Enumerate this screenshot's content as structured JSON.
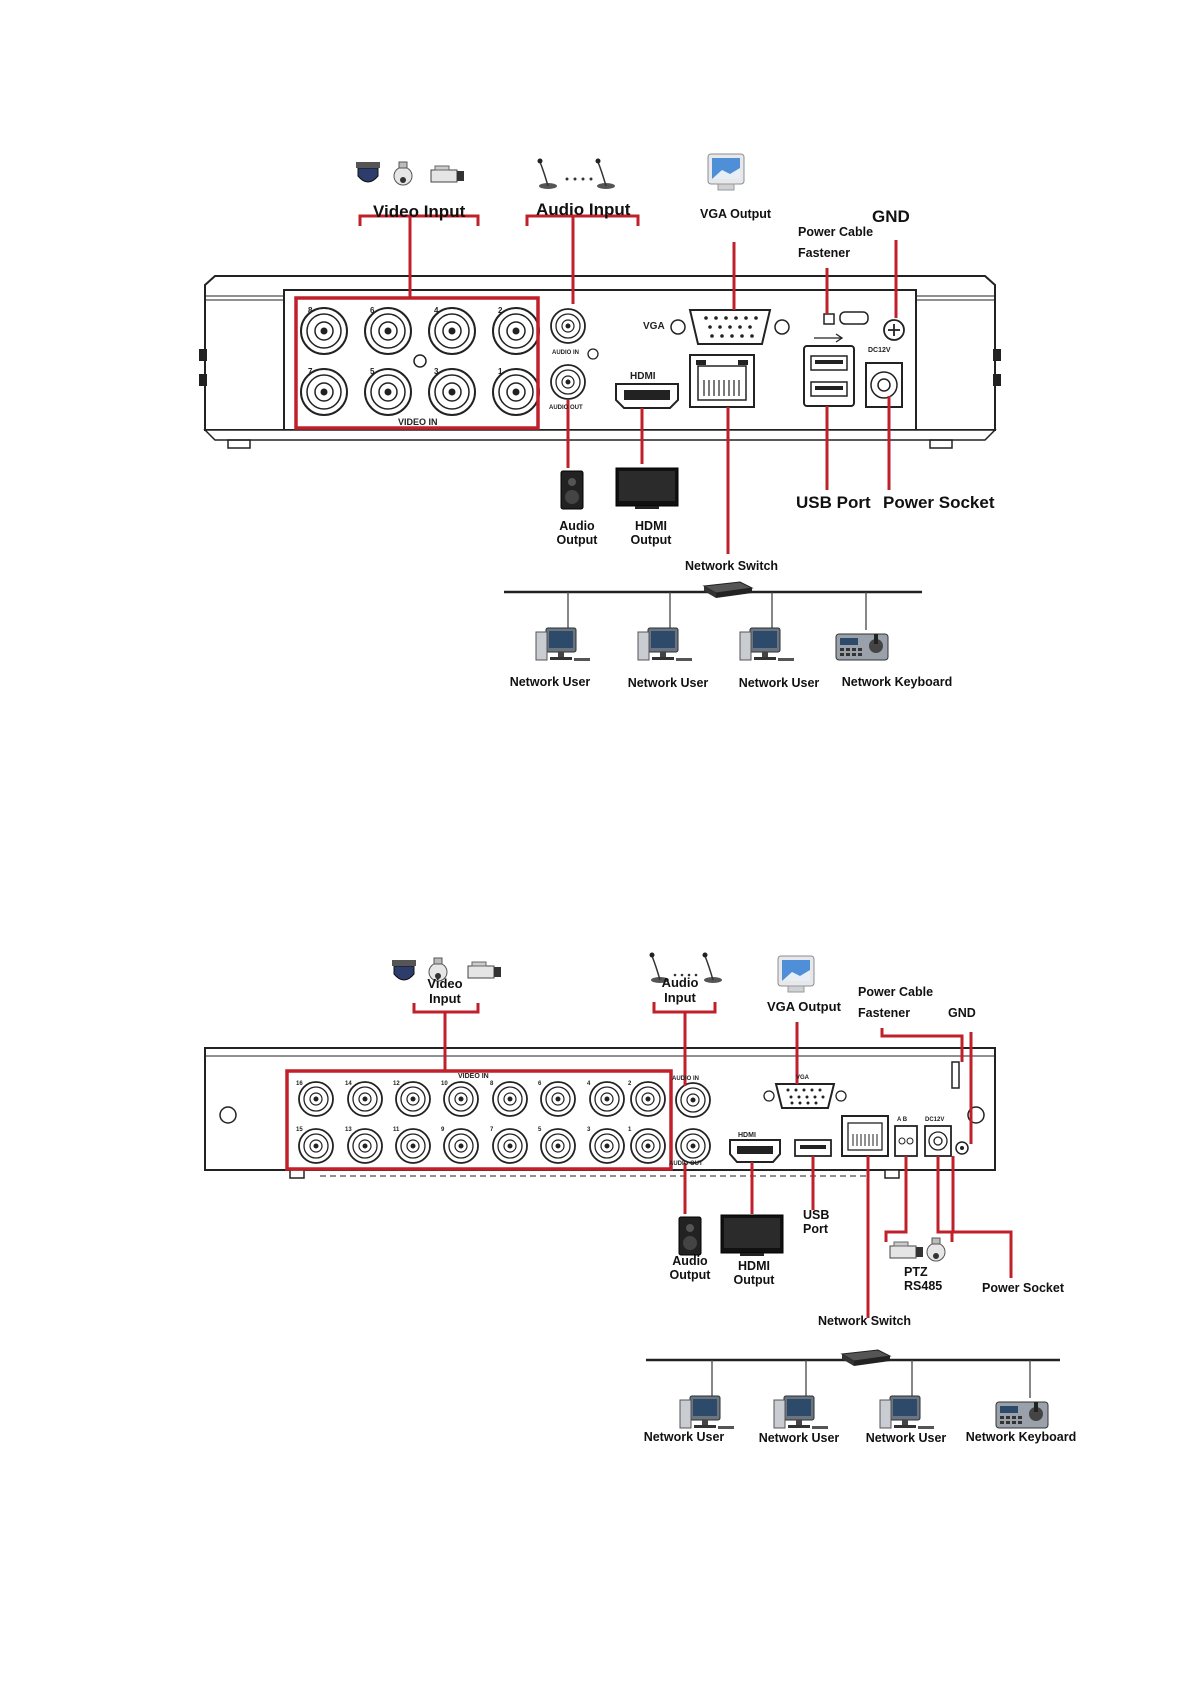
{
  "diagram_top": {
    "labels": {
      "video_input": "Video Input",
      "audio_input": "Audio Input",
      "vga_output": "VGA Output",
      "power_cable_fastener_line1": "Power Cable",
      "power_cable_fastener_line2": "Fastener",
      "gnd": "GND",
      "usb_port": "USB Port",
      "power_socket": "Power Socket",
      "audio_output_line1": "Audio",
      "audio_output_line2": "Output",
      "hdmi_output_line1": "HDMI",
      "hdmi_output_line2": "Output",
      "network_switch": "Network Switch"
    },
    "panel_text": {
      "video_in": "VIDEO IN",
      "audio_in": "AUDIO IN",
      "audio_out": "AUDIO OUT",
      "vga": "VGA",
      "hdmi": "HDMI",
      "dc12v": "DC12V"
    },
    "channel_numbers": [
      "8",
      "6",
      "4",
      "2",
      "7",
      "5",
      "3",
      "1"
    ],
    "network_devices": [
      "Network User",
      "Network User",
      "Network User",
      "Network Keyboard"
    ]
  },
  "diagram_bottom": {
    "labels": {
      "video_input_line1": "Video",
      "video_input_line2": "Input",
      "audio_input_line1": "Audio",
      "audio_input_line2": "Input",
      "vga_output": "VGA Output",
      "power_cable_fastener_line1": "Power Cable",
      "power_cable_fastener_line2": "Fastener",
      "gnd": "GND",
      "usb_port_line1": "USB",
      "usb_port_line2": "Port",
      "audio_output_line1": "Audio",
      "audio_output_line2": "Output",
      "hdmi_output_line1": "HDMI",
      "hdmi_output_line2": "Output",
      "ptz_line1": "PTZ",
      "ptz_line2": "RS485",
      "power_socket": "Power Socket",
      "network_switch": "Network Switch"
    },
    "panel_text": {
      "video_in": "VIDEO IN",
      "audio_in": "AUDIO IN",
      "audio_out": "AUDIO OUT",
      "vga": "VGA",
      "hdmi": "HDMI",
      "ab": "A B",
      "dc12v": "DC12V"
    },
    "channel_numbers_top": [
      "16",
      "14",
      "12",
      "10",
      "8",
      "6",
      "4",
      "2"
    ],
    "channel_numbers_bottom": [
      "15",
      "13",
      "11",
      "9",
      "7",
      "5",
      "3",
      "1"
    ],
    "network_devices": [
      "Network User",
      "Network User",
      "Network User",
      "Network Keyboard"
    ]
  },
  "colors": {
    "callout_red": "#c0202a",
    "line_gray": "#333333",
    "panel_fill": "#ffffff"
  }
}
